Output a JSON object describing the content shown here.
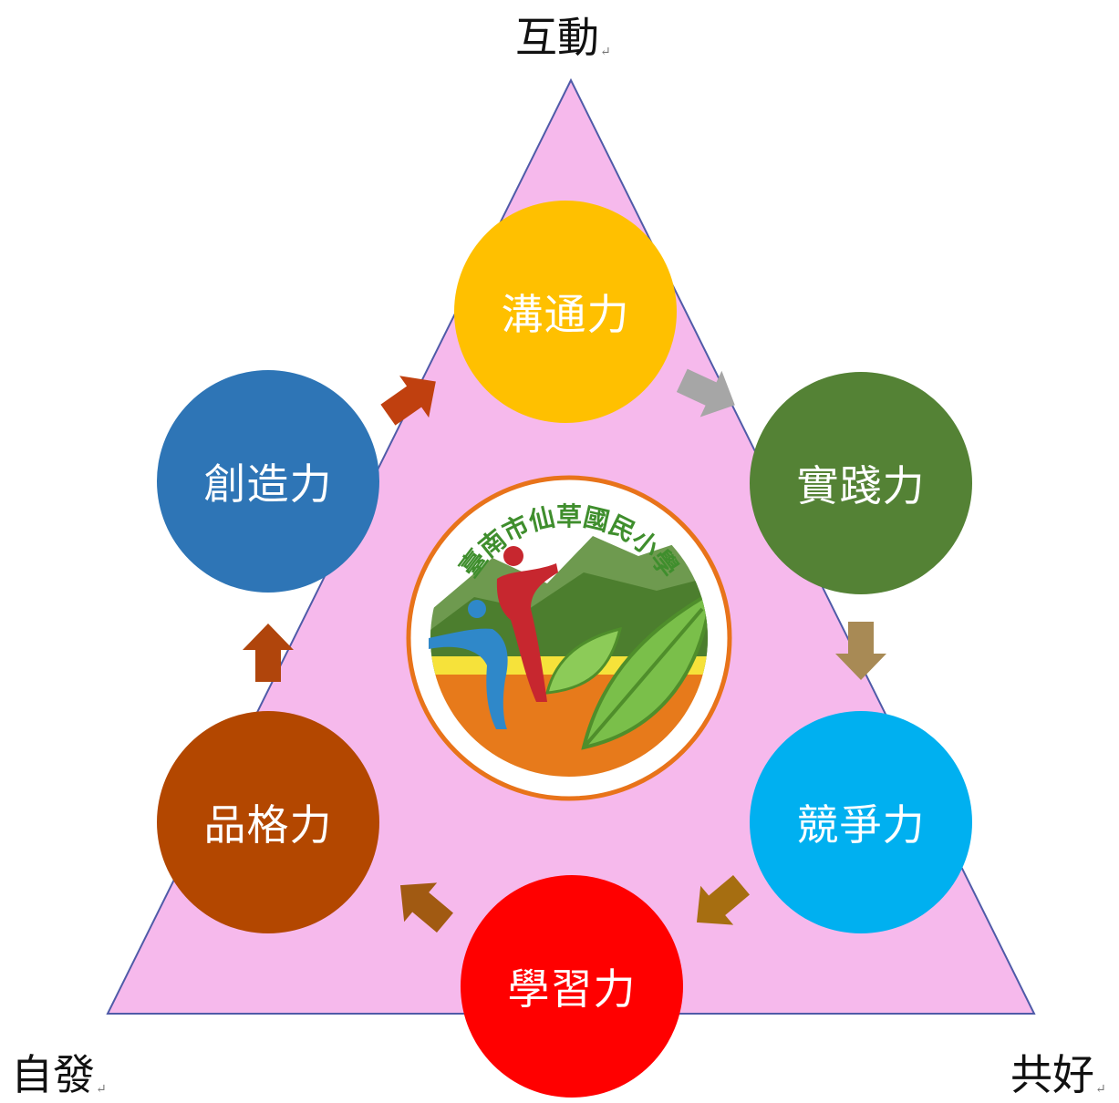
{
  "corners": {
    "top": "互動",
    "left": "自發",
    "right": "共好",
    "paragraph_mark": "↵"
  },
  "nodes": [
    {
      "id": "communication",
      "label": "溝通力",
      "color": "#FFC000"
    },
    {
      "id": "practice",
      "label": "實踐力",
      "color": "#548235"
    },
    {
      "id": "competitiveness",
      "label": "競爭力",
      "color": "#00B0F0"
    },
    {
      "id": "learning",
      "label": "學習力",
      "color": "#FF0000"
    },
    {
      "id": "character",
      "label": "品格力",
      "color": "#B34700"
    },
    {
      "id": "creativity",
      "label": "創造力",
      "color": "#2E75B6"
    }
  ],
  "arrows": [
    {
      "from": "creativity",
      "to": "communication",
      "color": "#C0400F"
    },
    {
      "from": "communication",
      "to": "practice",
      "color": "#A6A6A6"
    },
    {
      "from": "practice",
      "to": "competitiveness",
      "color": "#A88A55"
    },
    {
      "from": "competitiveness",
      "to": "learning",
      "color": "#A66E11"
    },
    {
      "from": "learning",
      "to": "character",
      "color": "#A15A12"
    },
    {
      "from": "character",
      "to": "creativity",
      "color": "#B0450C"
    }
  ],
  "logo": {
    "text": "臺南市仙草國民小學"
  },
  "colors": {
    "triangle_fill": "#F6B9EC",
    "triangle_stroke": "#4F5BA8"
  }
}
